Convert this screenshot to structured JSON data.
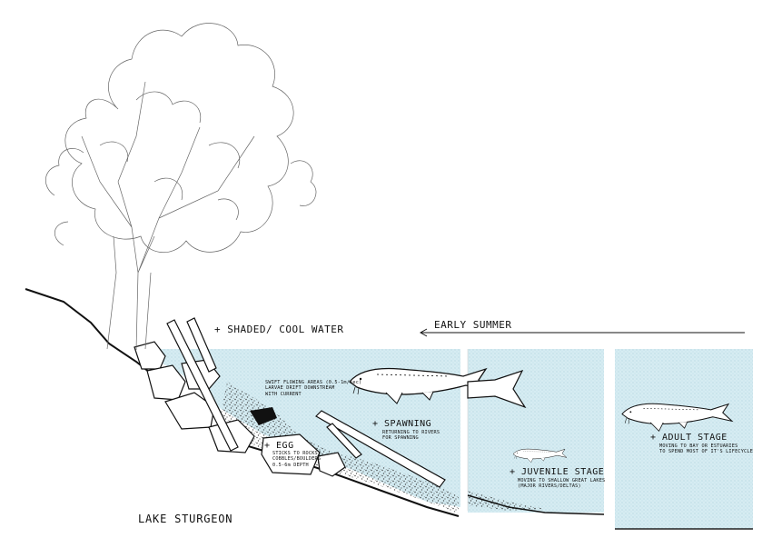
{
  "labels": {
    "shaded": "+ SHADED/ COOL WATER",
    "early_summer": "EARLY SUMMER",
    "current_note": "SWIFT FLOWING AREAS (0.5-1m/sec)\nLARVAE DRIFT DOWNSTREAM\nWITH CURRENT",
    "spawning_title": "+ SPAWNING",
    "spawning_note": "RETURNING TO RIVERS\nFOR SPAWNING",
    "egg_title": "+ EGG",
    "egg_note": "STICKS TO ROCKS/\nCOBBLES/BOULDERS\n0.5-6m DEPTH",
    "juvenile_title": "+ JUVENILE STAGE",
    "juvenile_note": "MOVING TO SHALLOW GREAT LAKES\n(MAJOR RIVERS/DELTAS)",
    "adult_title": "+ ADULT STAGE",
    "adult_note": "MOVING TO BAY OR ESTUARIES\nTO SPEND MOST OF IT'S LIFECYCLE",
    "species": "LAKE STURGEON"
  },
  "colors": {
    "water": "#d6ecf2",
    "water_dot": "#9fc9d6",
    "ink": "#111111",
    "tree": "#555555"
  },
  "icons": [
    "tree-icon",
    "rock-icon",
    "log-icon",
    "sturgeon-icon",
    "arrow-left-icon",
    "gravel-icon"
  ]
}
